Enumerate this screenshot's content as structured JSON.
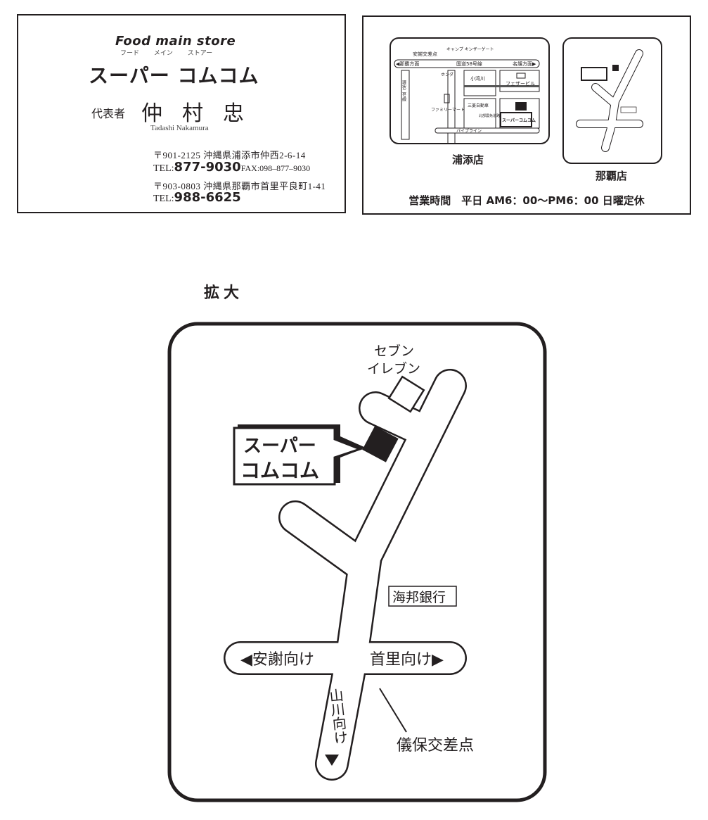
{
  "card_front": {
    "tagline": "Food main store",
    "tagline_kana": "フード メイン ストアー",
    "brand": "スーパー コムコム",
    "role": "代表者",
    "name": "仲村忠",
    "name_romaji": "Tadashi Nakamura",
    "store1_address": "〒901-2125 沖縄県浦添市仲西2-6-14",
    "store1_tel_label": "TEL:",
    "store1_tel": "877-9030",
    "store1_fax": "FAX:098–877–9030",
    "store2_address": "〒903-0803 沖縄県那覇市首里平良町1-41",
    "store2_tel_label": "TEL:",
    "store2_tel": "988-6625"
  },
  "card_back": {
    "urasoe_map": {
      "label": "浦添店",
      "labels": {
        "intersection": "安謝交差点",
        "gate": "キャンプ キンザーゲート",
        "naha": "◀那覇方面",
        "route58": "国道58号線",
        "nago": "名護方面▶",
        "honda": "ホンダ",
        "river": "小湾川",
        "feather": "フェザービル",
        "ring2": "環状二号線",
        "familymart": "ファミリーマート",
        "mitsubishi": "三菱自動車",
        "farm_road": "北部農免道路",
        "pipeline": "パイプライン",
        "store": "スーパーコムコム"
      }
    },
    "naha_map": {
      "label": "那覇店"
    },
    "hours": "営業時間　平日 AM6：00～PM6：00 日曜定休"
  },
  "enlarged": {
    "title": "拡大",
    "labels": {
      "seven_line1": "セブン",
      "seven_line2": "イレブン",
      "store_line1": "スーパー",
      "store_line2": "コムコム",
      "bank": "海邦銀行",
      "aja": "◀安謝向け",
      "shuri": "首里向け▶",
      "yamakawa": "山川向け",
      "gibo": "儀保交差点"
    }
  }
}
